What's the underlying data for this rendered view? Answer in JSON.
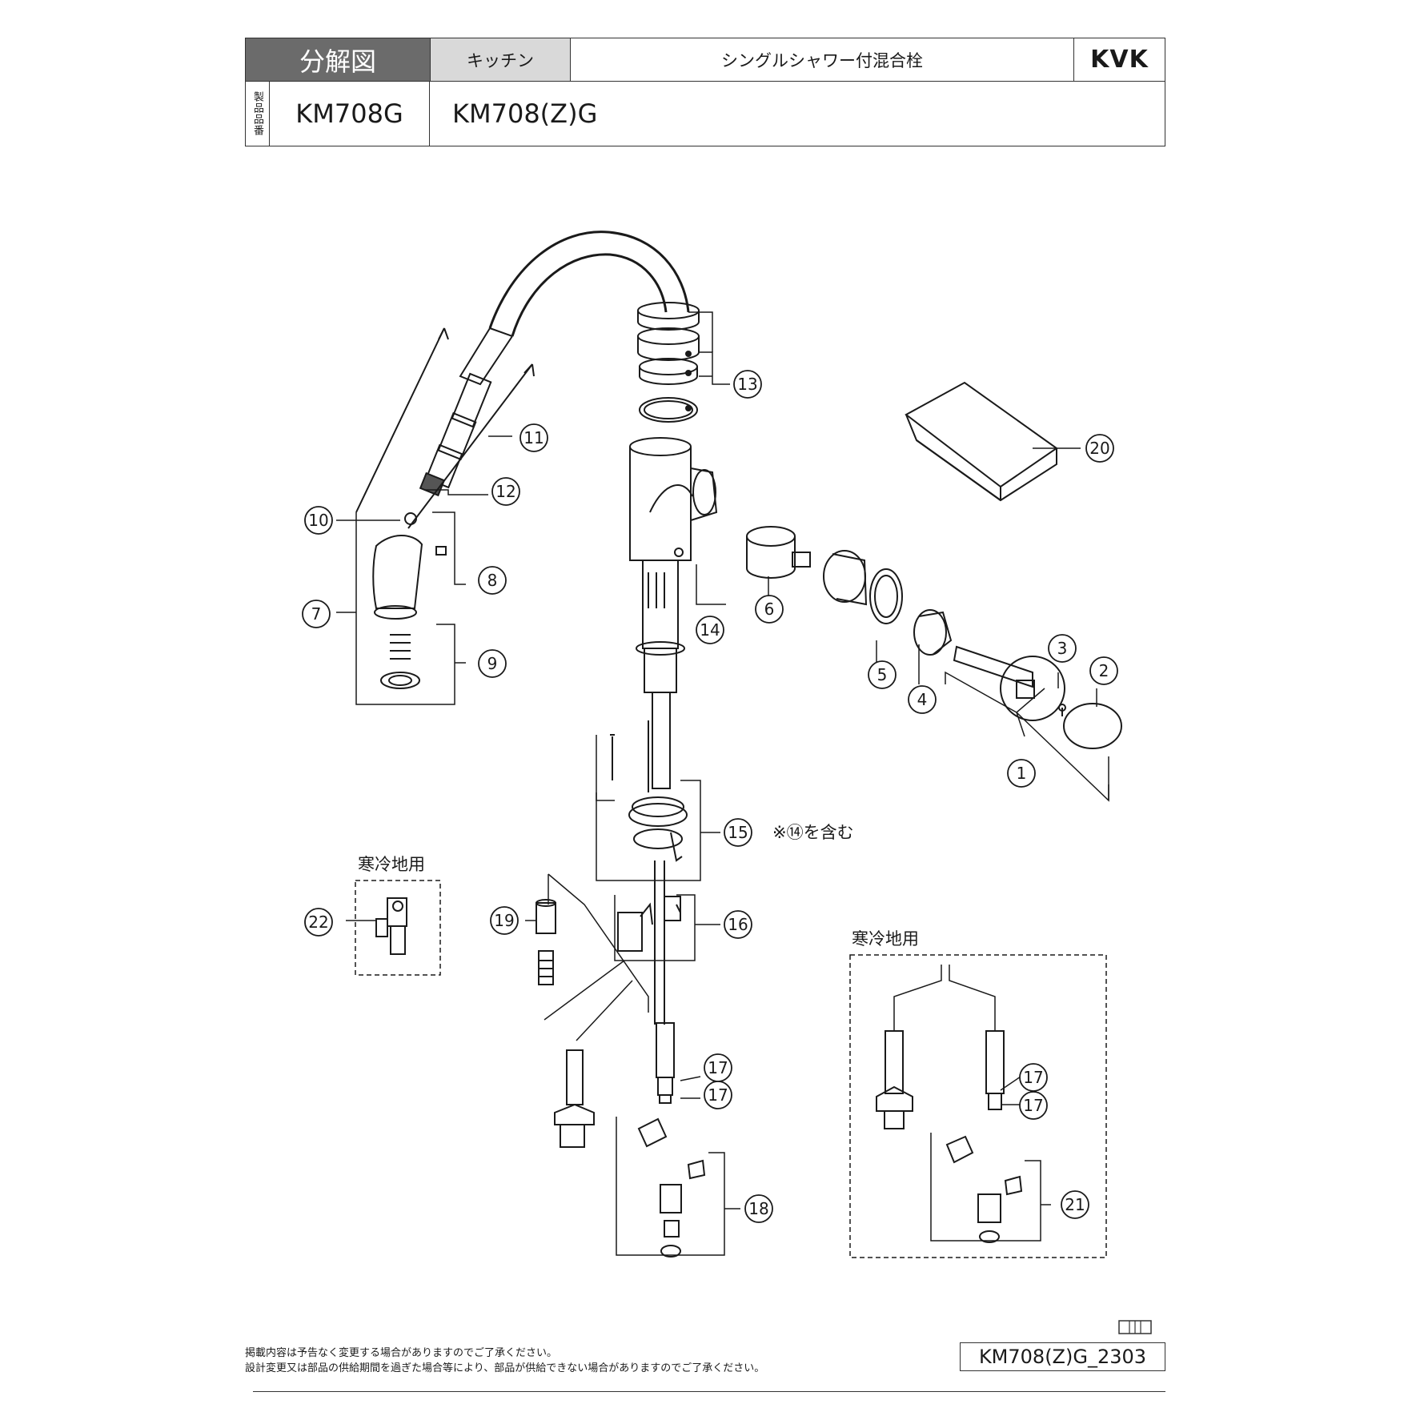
{
  "header": {
    "title": "分解図",
    "category": "キッチン",
    "product_name": "シングルシャワー付混合栓",
    "brand": "KVK",
    "vertical_label": "製品品番",
    "model": "KM708G",
    "model_variant": "KM708(Z)G"
  },
  "callouts": [
    {
      "id": "1",
      "label": "1"
    },
    {
      "id": "2",
      "label": "2"
    },
    {
      "id": "3",
      "label": "3"
    },
    {
      "id": "4",
      "label": "4"
    },
    {
      "id": "5",
      "label": "5"
    },
    {
      "id": "6",
      "label": "6"
    },
    {
      "id": "7",
      "label": "7"
    },
    {
      "id": "8",
      "label": "8"
    },
    {
      "id": "9",
      "label": "9"
    },
    {
      "id": "10",
      "label": "10"
    },
    {
      "id": "11",
      "label": "11"
    },
    {
      "id": "12",
      "label": "12"
    },
    {
      "id": "13",
      "label": "13"
    },
    {
      "id": "14",
      "label": "14"
    },
    {
      "id": "15",
      "label": "15"
    },
    {
      "id": "16",
      "label": "16"
    },
    {
      "id": "17a",
      "label": "17"
    },
    {
      "id": "17b",
      "label": "17"
    },
    {
      "id": "17c",
      "label": "17"
    },
    {
      "id": "17d",
      "label": "17"
    },
    {
      "id": "18",
      "label": "18"
    },
    {
      "id": "19",
      "label": "19"
    },
    {
      "id": "20",
      "label": "20"
    },
    {
      "id": "21",
      "label": "21"
    },
    {
      "id": "22",
      "label": "22"
    }
  ],
  "notes": {
    "item15_note": "※⑭を含む",
    "cold_region_label_1": "寒冷地用",
    "cold_region_label_2": "寒冷地用"
  },
  "footer": {
    "disclaimer_1": "掲載内容は予告なく変更する場合がありますのでご了承ください。",
    "disclaimer_2": "設計変更又は部品の供給期間を過ぎた場合等により、部品が供給できない場合がありますのでご了承ください。",
    "doc_code": "KM708(Z)G_2303"
  }
}
